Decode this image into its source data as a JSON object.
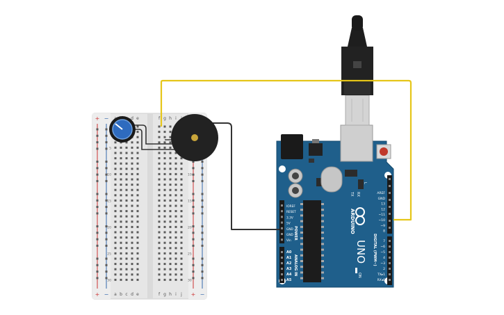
{
  "breadboard": {
    "column_letters_left": [
      "a",
      "b",
      "c",
      "d",
      "e"
    ],
    "column_letters_right": [
      "f",
      "g",
      "h",
      "i",
      "j"
    ],
    "row_numbers": [
      "1",
      "5",
      "10",
      "15",
      "20",
      "25",
      "30"
    ],
    "rail_plus": "+",
    "rail_minus": "−"
  },
  "arduino": {
    "brand": "ARDUINO",
    "model": "UNO",
    "power_header_title": "POWER",
    "analog_header_title": "ANALOG IN",
    "digital_header_title": "DIGITAL (PWM~)",
    "power_pins": [
      "IOREF",
      "RESET",
      "3.3V",
      "5V",
      "GND",
      "GND",
      "Vin"
    ],
    "analog_pins": [
      "A0",
      "A1",
      "A2",
      "A3",
      "A4",
      "A5"
    ],
    "top_pins": [
      "AREF",
      "GND",
      "13",
      "12",
      "~11",
      "~10",
      "~9",
      "8"
    ],
    "lower_pins": [
      "7",
      "~6",
      "~5",
      "4",
      "~3",
      "2",
      "TX▸1",
      "RX◂0"
    ],
    "led_labels": [
      "TX",
      "RX",
      "L"
    ],
    "on_label": "ON"
  },
  "colors": {
    "signal_wire": "#e6c619",
    "ground_wire": "#333333",
    "board_blue": "#1f5f8b",
    "breadboard_body": "#e7e7e7",
    "rail_red": "#cc3333",
    "rail_blue": "#3366aa",
    "buzzer": "#222222",
    "pot_knob": "#2e6bbf"
  }
}
